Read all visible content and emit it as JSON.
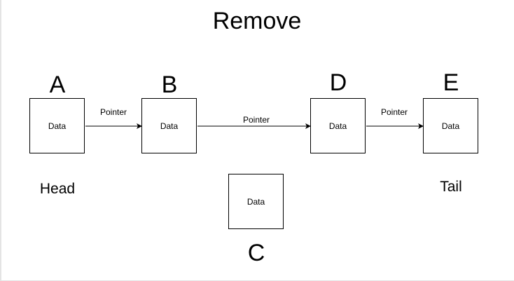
{
  "title": "Remove",
  "nodes": [
    {
      "letter": "A",
      "data": "Data"
    },
    {
      "letter": "B",
      "data": "Data"
    },
    {
      "letter": "C",
      "data": "Data"
    },
    {
      "letter": "D",
      "data": "Data"
    },
    {
      "letter": "E",
      "data": "Data"
    }
  ],
  "roles": {
    "head": "Head",
    "tail": "Tail"
  },
  "pointers": {
    "a_to_b": "Pointer",
    "b_to_d": "Pointer",
    "d_to_e": "Pointer"
  },
  "colors": {
    "stroke": "#000000",
    "background": "#ffffff"
  }
}
